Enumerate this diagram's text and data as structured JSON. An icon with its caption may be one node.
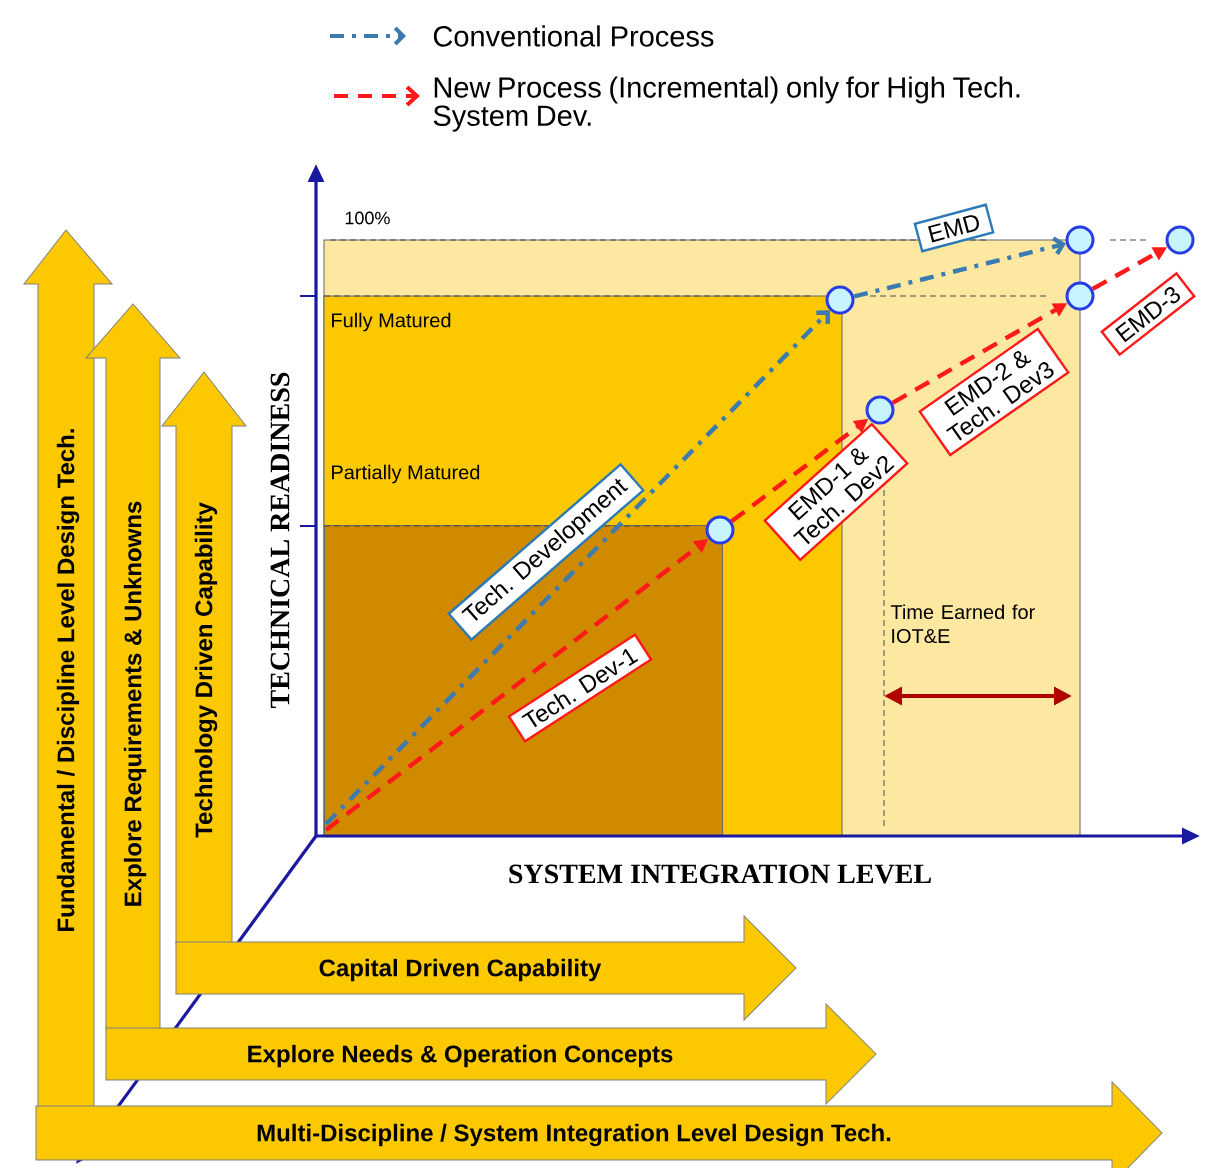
{
  "diagram": {
    "nodes": [
      {
        "text": [
          "Fundamental / Discipline Level Design Tech."
        ]
      },
      {
        "text": [
          "Explore Requirements & Unknowns"
        ]
      },
      {
        "text": [
          "Technology Driven Capability"
        ]
      },
      {
        "text": [
          "Capital Driven Capability"
        ]
      },
      {
        "text": [
          "Explore Needs & Operation Concepts"
        ]
      },
      {
        "text": [
          "Multi-Discipline / System Integration Level Design Tech."
        ]
      },
      {
        "text": [],
        "shape": "circle"
      },
      {
        "text": [],
        "shape": "circle"
      },
      {
        "text": [],
        "shape": "circle"
      },
      {
        "text": [],
        "shape": "circle"
      },
      {
        "text": [],
        "shape": "circle"
      },
      {
        "text": [],
        "shape": "circle"
      },
      {
        "text": [],
        "shape": "box"
      },
      {
        "text": [
          "EMD"
        ]
      },
      {
        "text": [
          "EMD-3"
        ]
      },
      {
        "text": [
          "EMD-2 & Tech. Dev3"
        ]
      },
      {
        "text": [
          "Tech. Development"
        ]
      },
      {
        "text": [
          "EMD-1 & Tech. Dev2"
        ]
      },
      {
        "text": [
          "Tech. Dev-1"
        ],
        "in": 12
      }
    ],
    "edges": [
      {
        "from": 12,
        "to": 7,
        "arrow": "to",
        "style": "dashed",
        "color": "#3b7bb0"
      },
      {
        "from": 7,
        "to": 9,
        "arrow": "to",
        "style": "dashed",
        "color": "#3b7bb0"
      },
      {
        "from": 12,
        "to": 6,
        "arrow": "to",
        "style": "dashed",
        "color": "#ff1a1a"
      },
      {
        "from": 6,
        "to": 8,
        "arrow": "to",
        "style": "dashed",
        "color": "#ff1a1a"
      },
      {
        "from": 8,
        "to": 10,
        "arrow": "to",
        "style": "dashed",
        "color": "#ff1a1a"
      },
      {
        "from": 10,
        "to": 11,
        "arrow": "to",
        "style": "dashed",
        "color": "#ff1a1a"
      }
    ],
    "labels": [
      "100%",
      "Fully Matured",
      "Partially Matured",
      "TECHNICAL READINESS",
      "Time Earned for IOT&E",
      "SYSTEM INTEGRATION LEVEL"
    ],
    "legend": [
      {
        "text": "Conventional Process"
      },
      {
        "text": "New Process (Incremental) only for High Tech. System Dev."
      }
    ]
  }
}
